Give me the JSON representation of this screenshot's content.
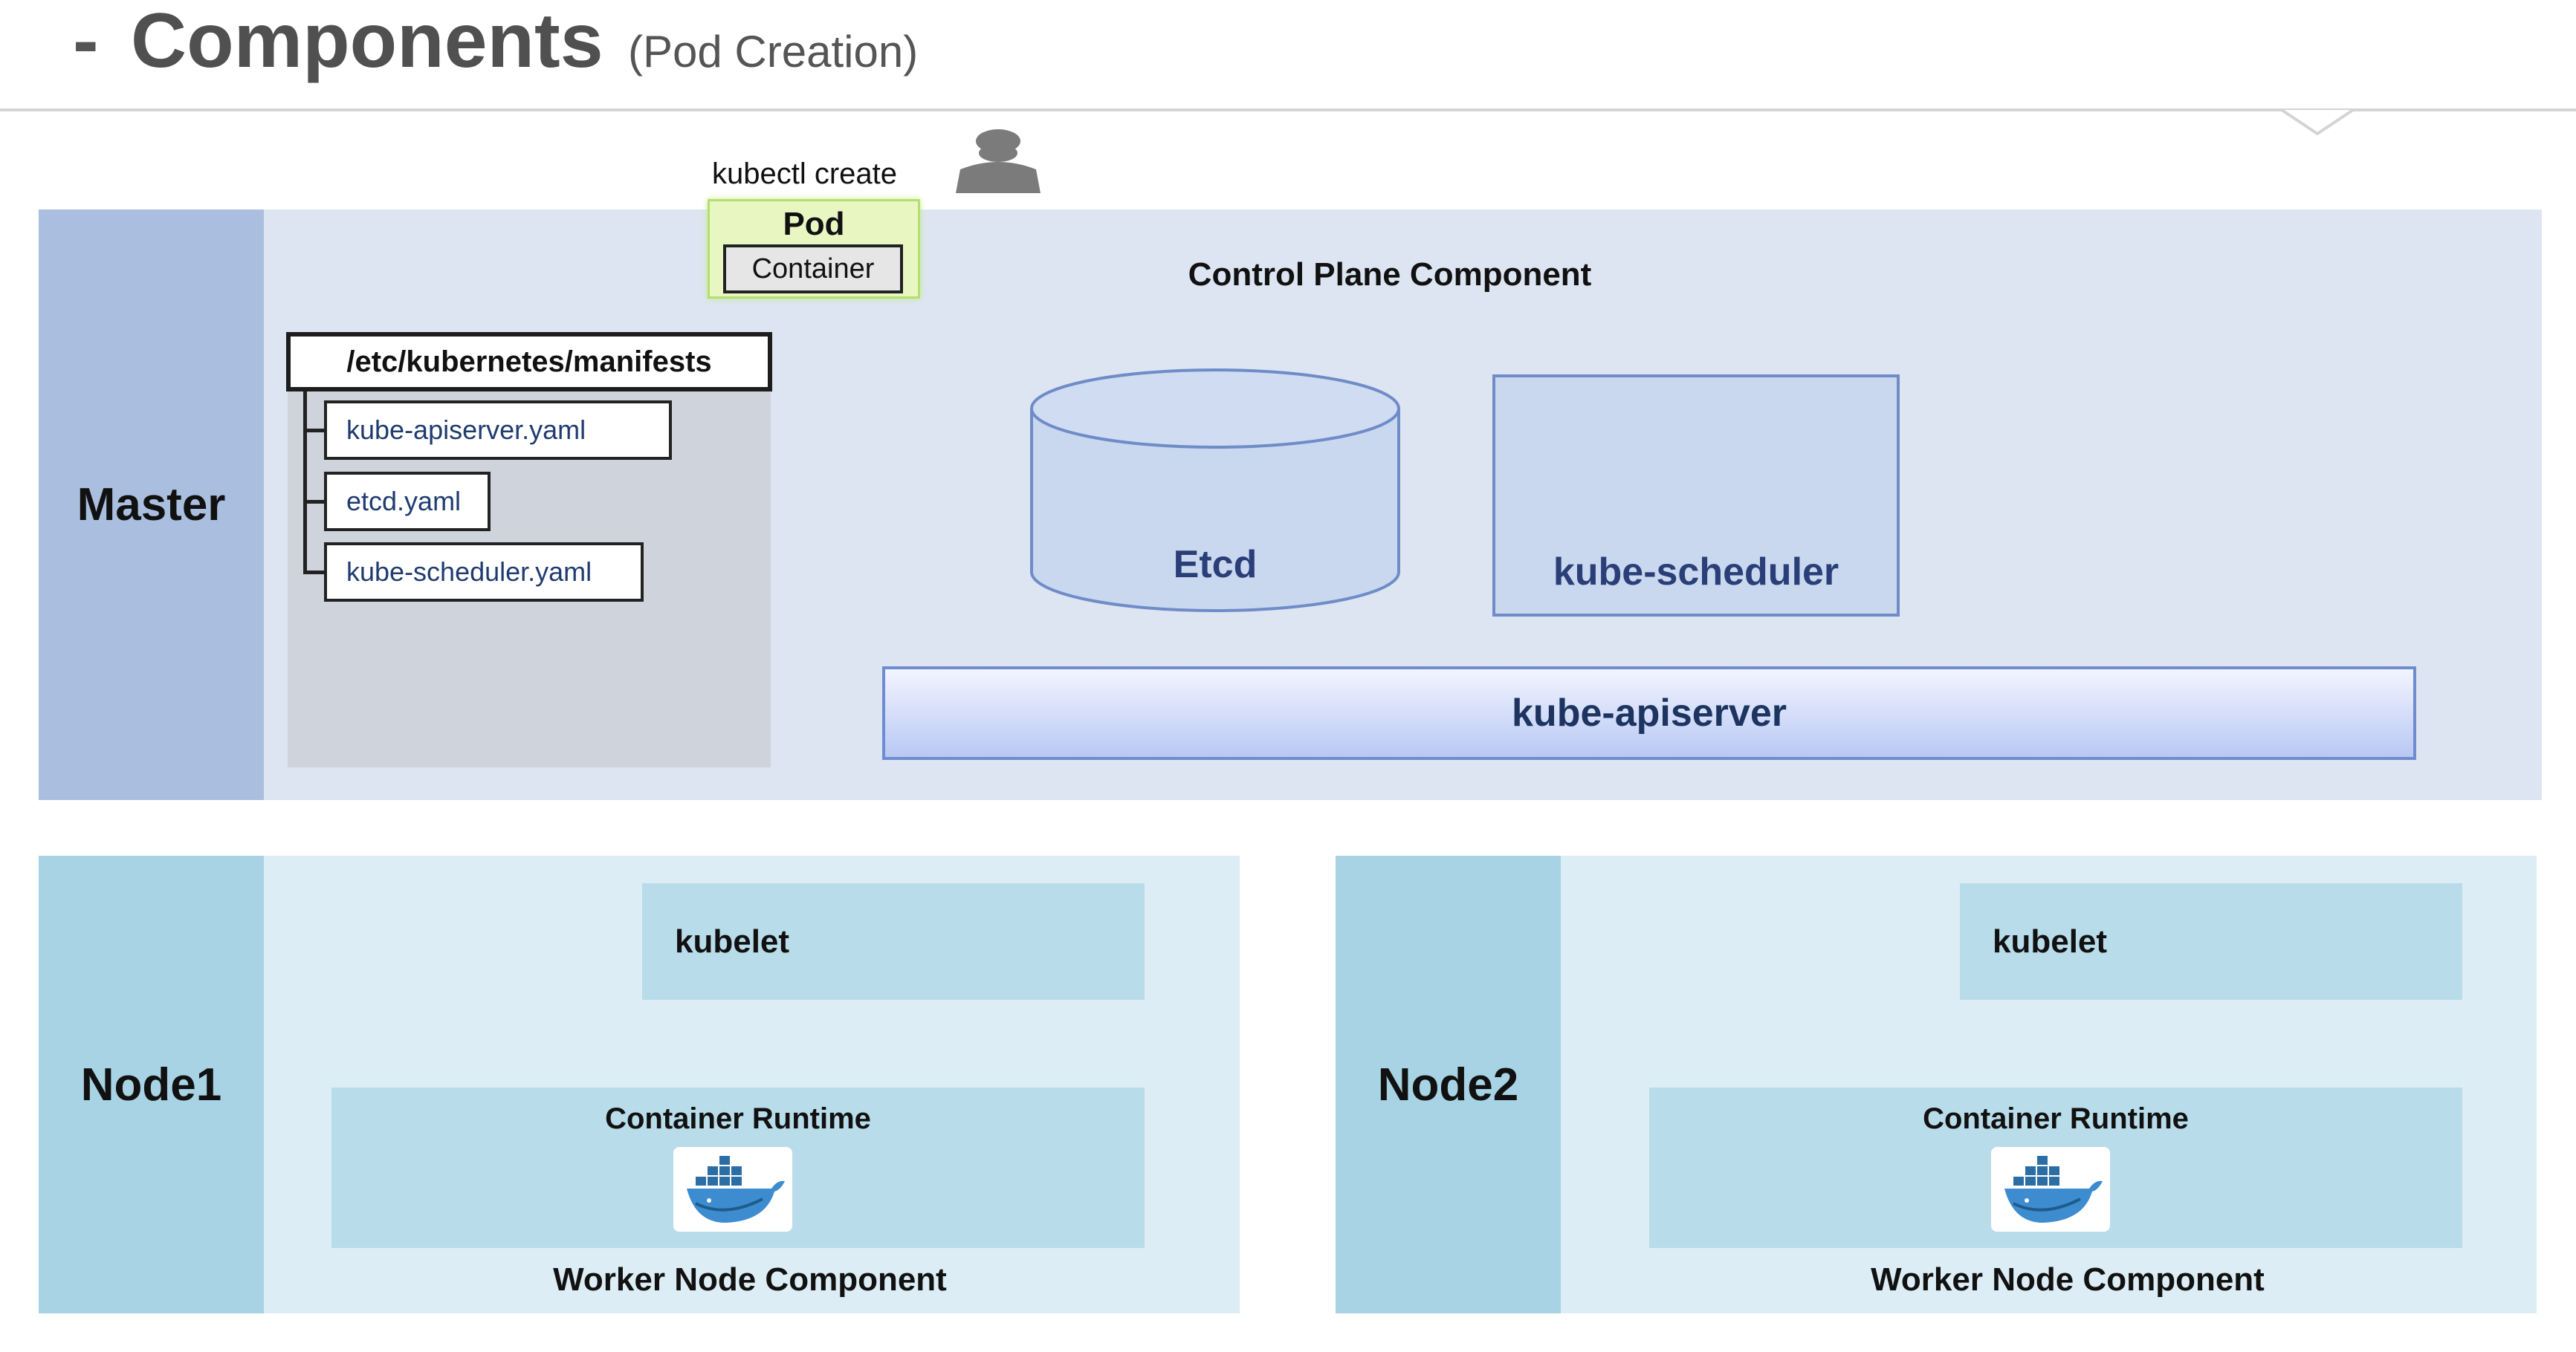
{
  "header": {
    "dash": "-",
    "title": "Components",
    "subtitle": "(Pod Creation)"
  },
  "master": {
    "label": "Master",
    "kubectl_label": "kubectl create",
    "user_icon": "user-icon",
    "pod": {
      "title": "Pod",
      "container": "Container"
    },
    "control_plane_label": "Control Plane Component",
    "manifests": {
      "path": "/etc/kubernetes/manifests",
      "files": [
        "kube-apiserver.yaml",
        "etcd.yaml",
        "kube-scheduler.yaml"
      ]
    },
    "etcd": "Etcd",
    "scheduler": "kube-scheduler",
    "apiserver": "kube-apiserver"
  },
  "nodes": [
    {
      "label": "Node1",
      "kubelet": "kubelet",
      "runtime": "Container Runtime",
      "runtime_icon": "docker-icon",
      "component": "Worker Node Component"
    },
    {
      "label": "Node2",
      "kubelet": "kubelet",
      "runtime": "Container Runtime",
      "runtime_icon": "docker-icon",
      "component": "Worker Node Component"
    }
  ],
  "colors": {
    "master_band": "#dce5f1",
    "master_side": "#aabfdf",
    "node_band": "#ddedf5",
    "node_side": "#a7d3e4",
    "component_text": "#2a3f78",
    "pod_fill": "#e8f7c2"
  }
}
